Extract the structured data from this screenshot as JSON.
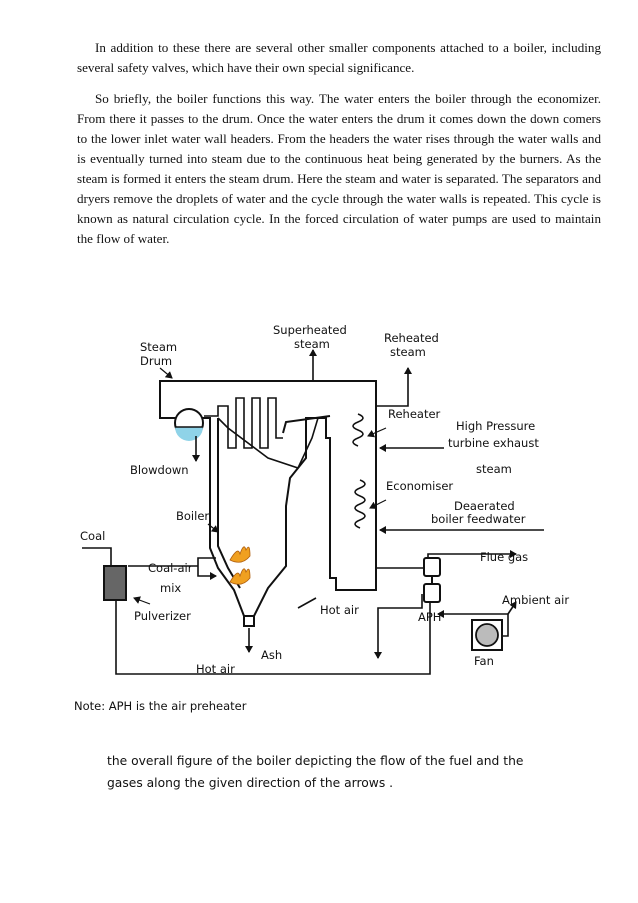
{
  "document": {
    "paragraphs": [
      "In addition to these there are several other smaller components attached to a boiler, including several safety valves, which have their own special significance.",
      "So briefly, the boiler functions this way. The water enters the boiler through the economizer. From there it passes to the drum. Once the water enters the drum it comes down the down comers to the lower inlet water wall headers. From the headers the water rises through the water walls and is eventually turned into steam due to the continuous heat being generated by the burners. As the steam is formed it enters the steam drum. Here the steam and water is separated. The separators and dryers remove the droplets of water and the cycle through the water walls is repeated. This cycle is known as natural circulation cycle. In the forced circulation of water pumps are used to maintain the flow of water."
    ],
    "caption_lines": [
      "the overall figure of the boiler depicting the flow of the fuel and the",
      "gases along the given direction of the arrows ."
    ]
  },
  "diagram": {
    "labels": {
      "steam_drum_1": "Steam",
      "steam_drum_2": "Drum",
      "superheated_1": "Superheated",
      "superheated_2": "steam",
      "reheated_1": "Reheated",
      "reheated_2": "steam",
      "reheater": "Reheater",
      "hp_1": "High Pressure",
      "hp_2": "turbine exhaust",
      "hp_3": "steam",
      "blowdown": "Blowdown",
      "economiser": "Economiser",
      "deaerated_1": "Deaerated",
      "deaerated_2": "boiler feedwater",
      "boiler": "Boiler",
      "coal": "Coal",
      "coal_air_1": "Coal-air",
      "coal_air_2": "mix",
      "flue_gas": "Flue gas",
      "pulverizer": "Pulverizer",
      "hot_air_1": "Hot air",
      "aph": "APH",
      "ambient_air": "Ambient air",
      "ash": "Ash",
      "hot_air_2": "Hot air",
      "fan": "Fan",
      "note": "Note: APH is the air preheater"
    },
    "colors": {
      "line": "#111111",
      "water": "#8fd3e8",
      "flame": "#f0a020",
      "pulverizer_fill": "#666666",
      "fan_fill": "#bbbbbb"
    }
  }
}
